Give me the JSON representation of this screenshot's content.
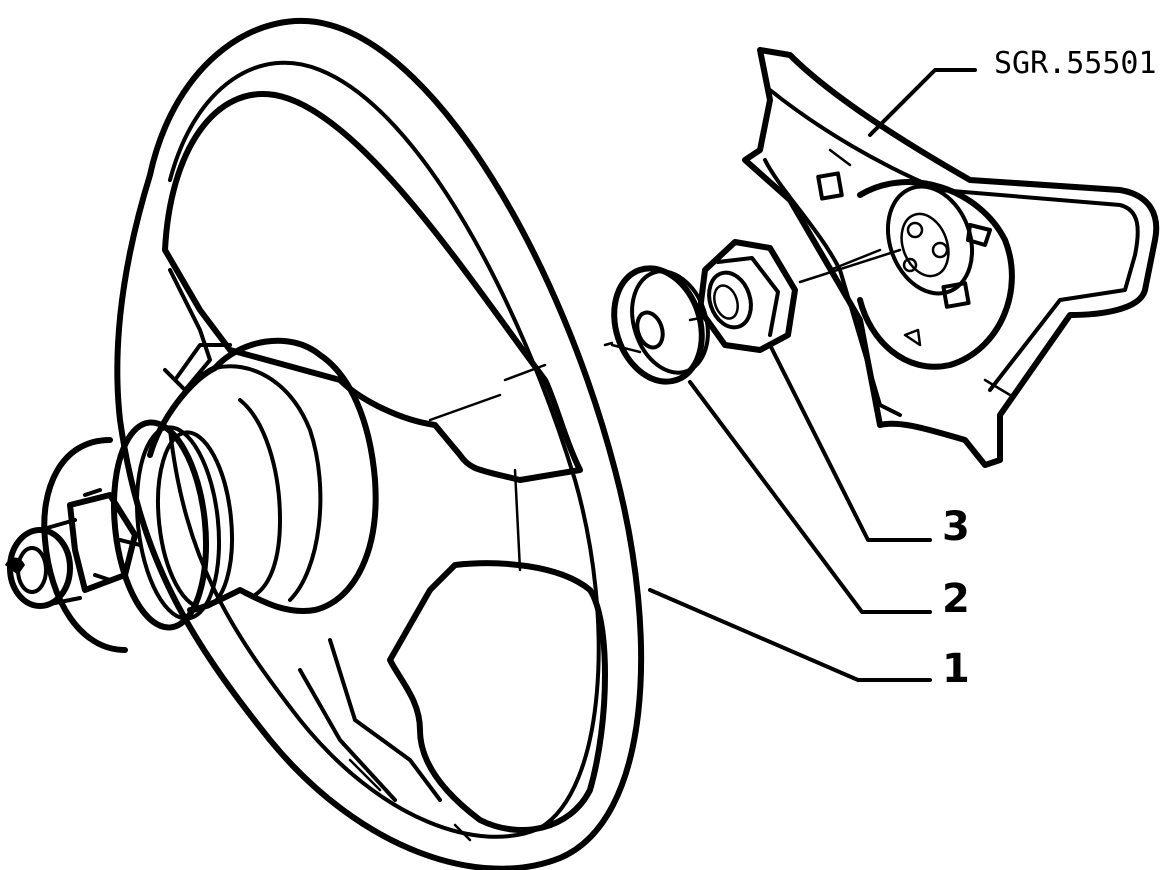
{
  "reference_code": "SGR.55501",
  "callouts": [
    {
      "label": "1",
      "part": "steering-wheel"
    },
    {
      "label": "2",
      "part": "washer"
    },
    {
      "label": "3",
      "part": "nut"
    }
  ]
}
